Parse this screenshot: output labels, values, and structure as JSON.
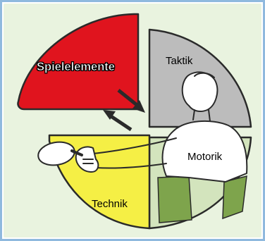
{
  "diagram": {
    "segments": [
      {
        "id": "spielelemente",
        "label": "Spielelemente",
        "color": "#e0141e"
      },
      {
        "id": "taktik",
        "label": "Taktik",
        "color": "#bdbdbd"
      },
      {
        "id": "motorik",
        "label": "Motorik",
        "color": "#cfe0b8"
      },
      {
        "id": "technik",
        "label": "Technik",
        "color": "#f5ef45"
      }
    ],
    "arrows": [
      {
        "from": "spielelemente",
        "to": "taktik"
      },
      {
        "from": "technik",
        "to": "spielelemente"
      }
    ],
    "figure": "table-tennis-player-icon"
  }
}
